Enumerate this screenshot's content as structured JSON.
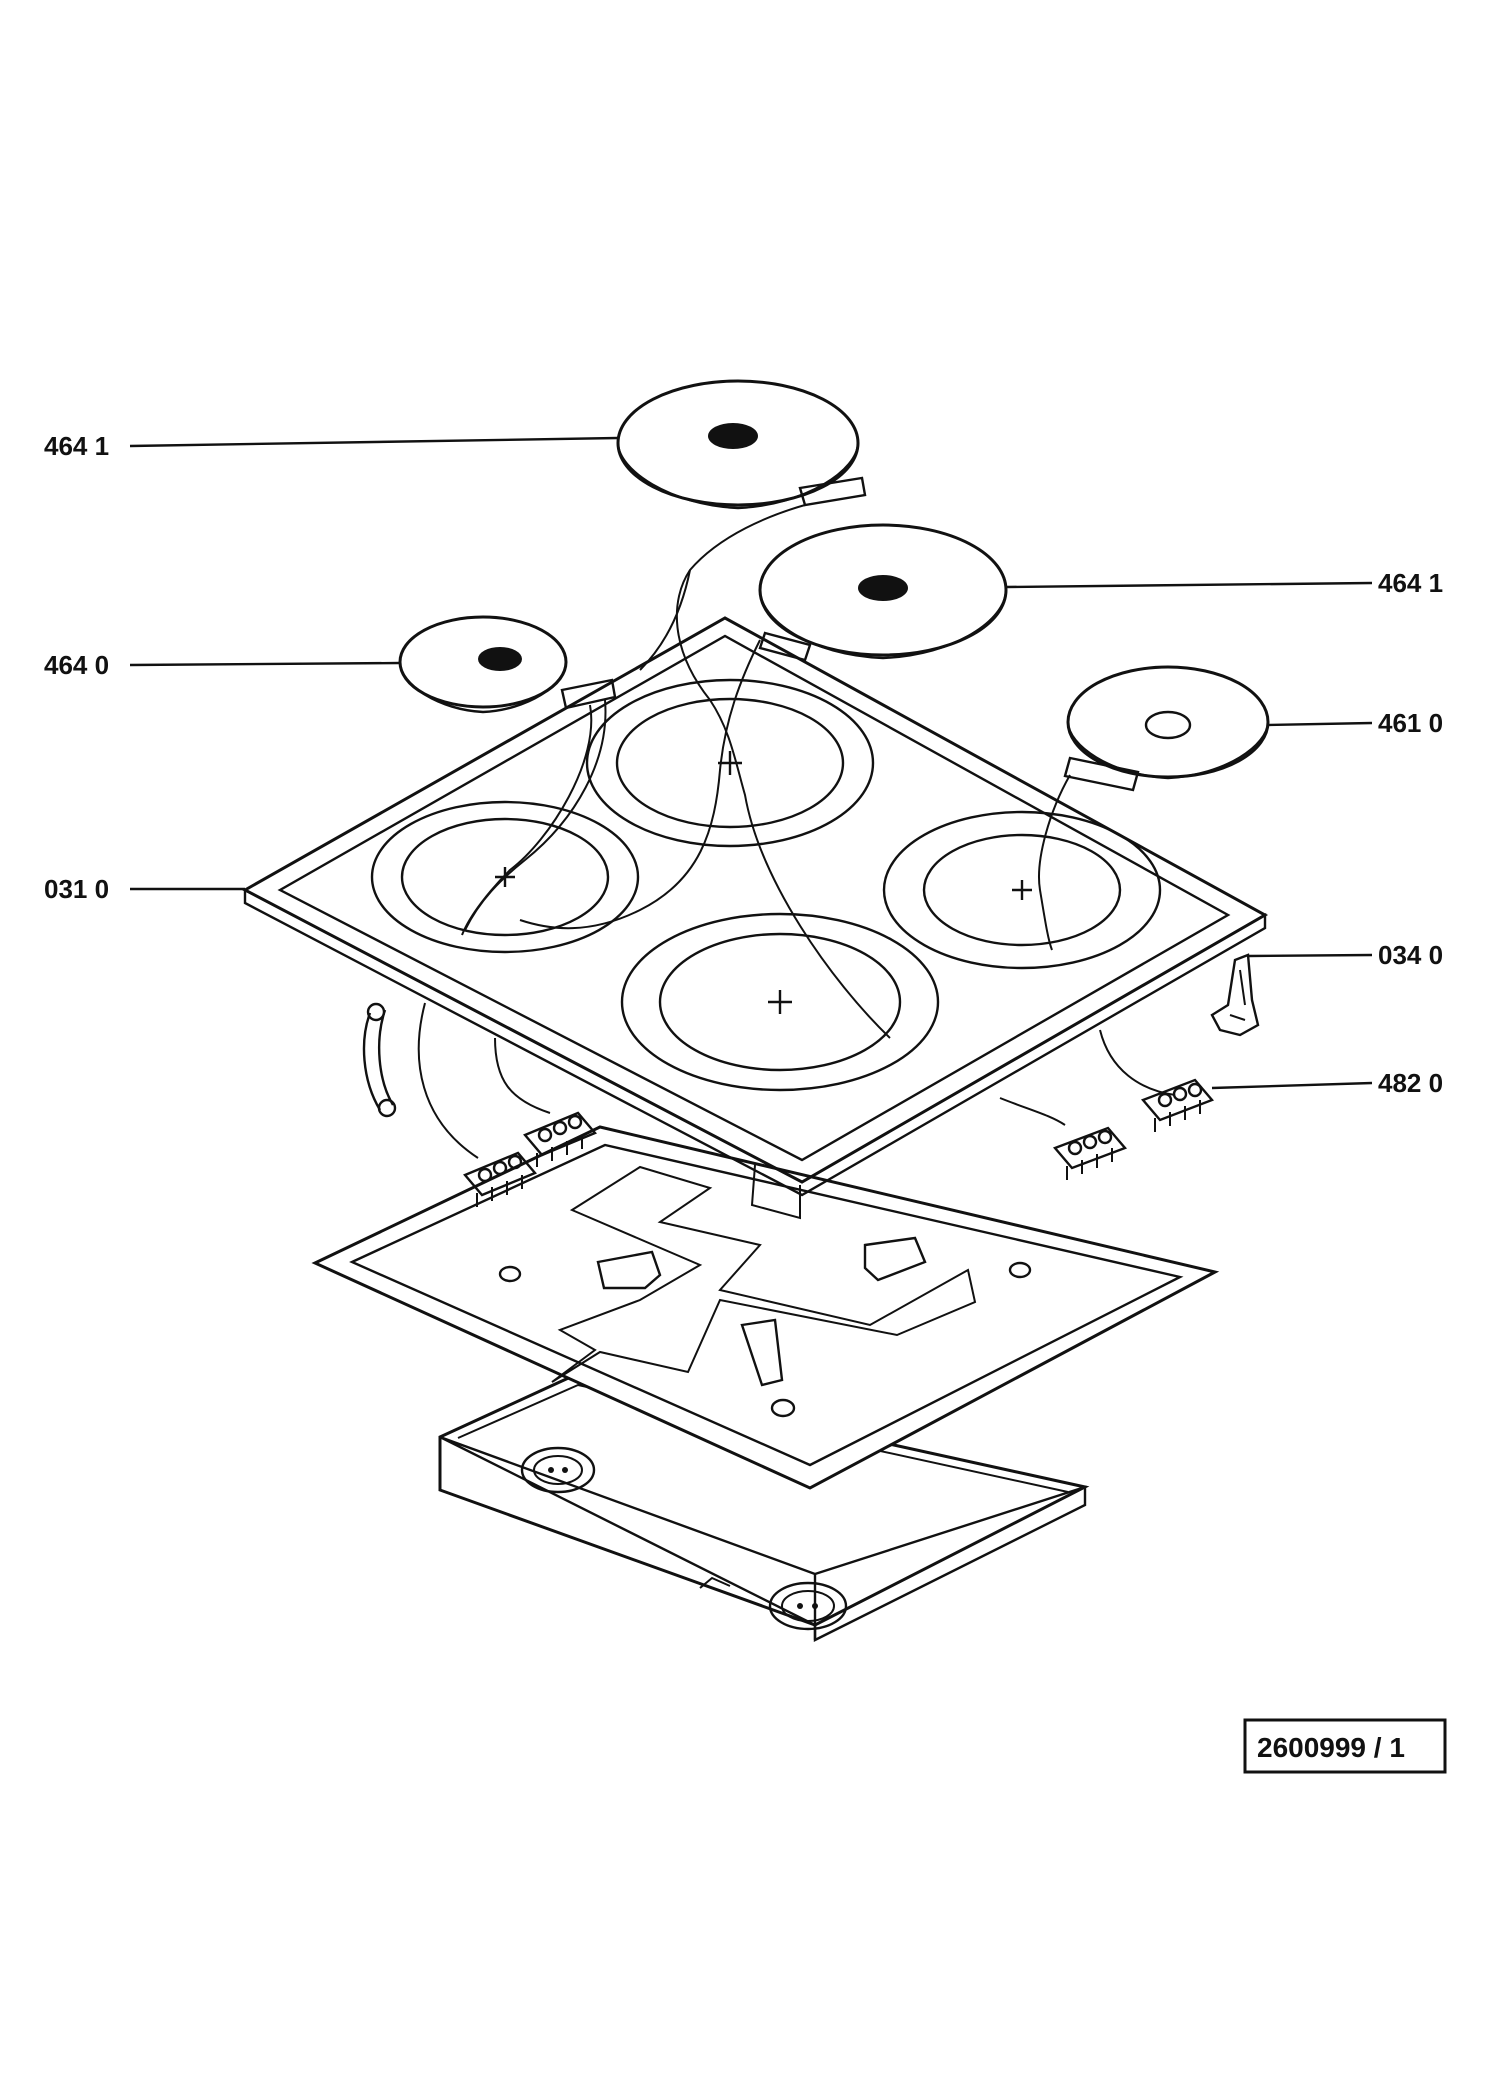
{
  "diagram": {
    "labels": {
      "plate_top": "464 1",
      "plate_right": "464 1",
      "plate_left": "464 0",
      "plate_small_right": "461 0",
      "glass_top": "031 0",
      "clip": "034 0",
      "terminal_block": "482 0"
    },
    "reference_number": "2600999 / 1"
  }
}
